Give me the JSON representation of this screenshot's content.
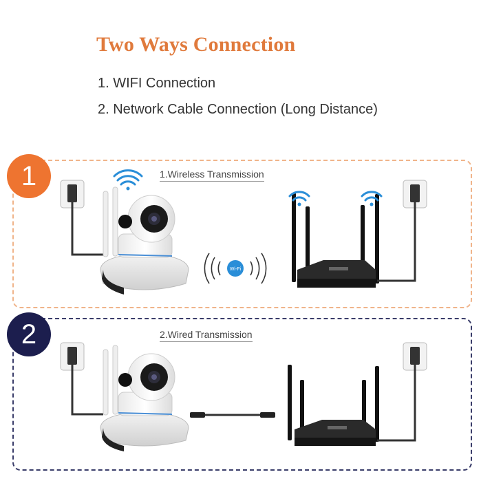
{
  "title": "Two Ways Connection",
  "items": [
    "1. WIFI Connection",
    "2. Network Cable Connection (Long Distance)"
  ],
  "panels": [
    {
      "badge": "1",
      "label": "1.Wireless Transmission",
      "color": "#ee7430"
    },
    {
      "badge": "2",
      "label": "2.Wired Transmission",
      "color": "#1c1e4e"
    }
  ],
  "wifi_badge_text": "Wi-Fi",
  "icons": [
    "power-outlet-icon",
    "wifi-icon",
    "ip-camera-icon",
    "router-icon",
    "ethernet-cable-icon"
  ]
}
